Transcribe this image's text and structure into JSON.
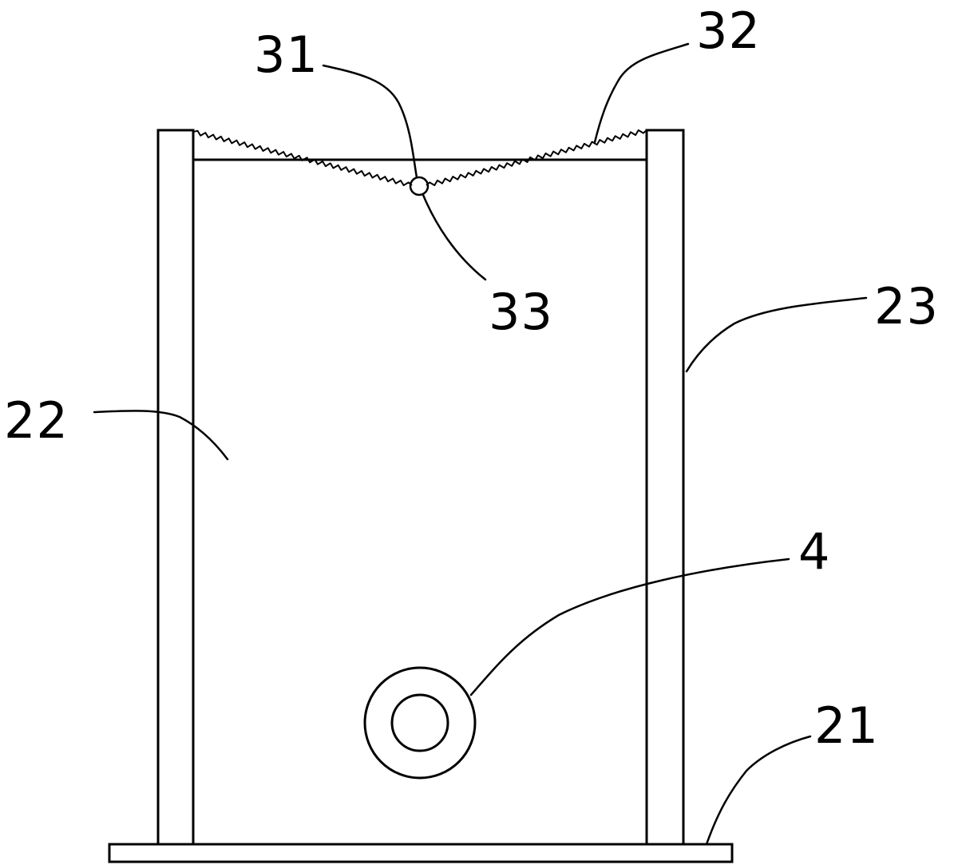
{
  "labels": {
    "l31": "31",
    "l32": "32",
    "l33": "33",
    "l23": "23",
    "l22": "22",
    "l4": "4",
    "l21": "21"
  },
  "colors": {
    "line": "#000000",
    "background": "#ffffff"
  }
}
